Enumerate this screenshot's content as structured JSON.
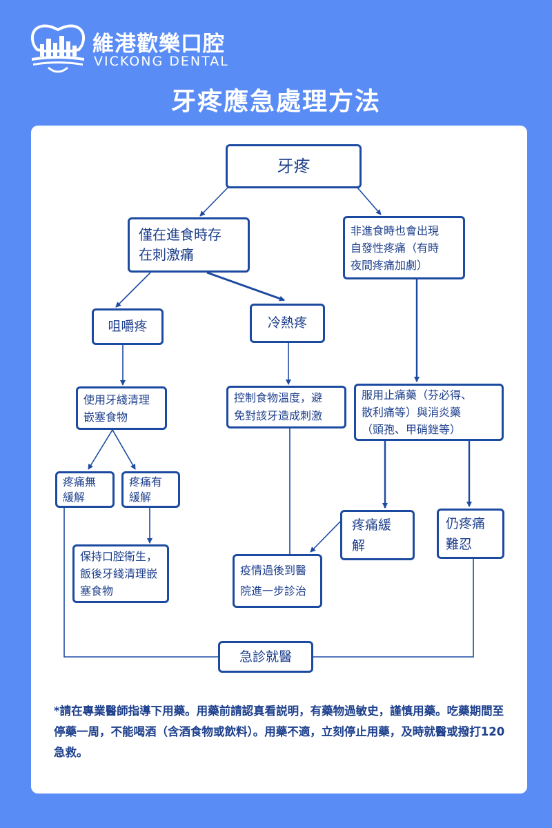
{
  "header": {
    "brand_cn": "維港歡樂口腔",
    "brand_en": "VICKONG DENTAL",
    "title": "牙疼應急處理方法"
  },
  "icons": {
    "logo": "tooth-skyline-logo-icon"
  },
  "colors": {
    "background": "#5a8cf5",
    "panel": "#ffffff",
    "box_border": "#1c4aa0",
    "text": "#1d3f8c",
    "connector": "#1c4aa0"
  },
  "flow": {
    "root": "牙疼",
    "stimulus_only": "僅在進食時存\n在刺激痛",
    "spontaneous": "非進食時也會出現\n自發性疼痛（有時\n夜間疼痛加劇）",
    "chewing_pain": "咀嚼疼",
    "thermal_pain": "冷熱疼",
    "floss": "使用牙綫清理\n嵌塞食物",
    "control_temp": "控制食物溫度，避\n免對該牙造成刺激",
    "painkillers": "服用止痛藥（芬必得、\n散利痛等）與消炎藥\n（頭孢、甲硝銼等）",
    "no_relief": "疼痛無\n緩解",
    "relief": "疼痛有\n緩解",
    "hygiene": "保持口腔衛生，\n飯後牙綫清理嵌\n塞食物",
    "follow_up": "疫情過後到醫\n院進一步診治",
    "pain_eased": "疼痛緩\n解",
    "still_unbearable": "仍疼痛\n難忍",
    "emergency": "急診就醫"
  },
  "footnote": "*請在專業醫師指導下用藥。用藥前請認真看説明，有藥物過敏史，謹慎用藥。吃藥期間至停藥一周，不能喝酒（含酒食物或飲料）。用藥不適，立刻停止用藥，及時就醫或撥打120急救。"
}
